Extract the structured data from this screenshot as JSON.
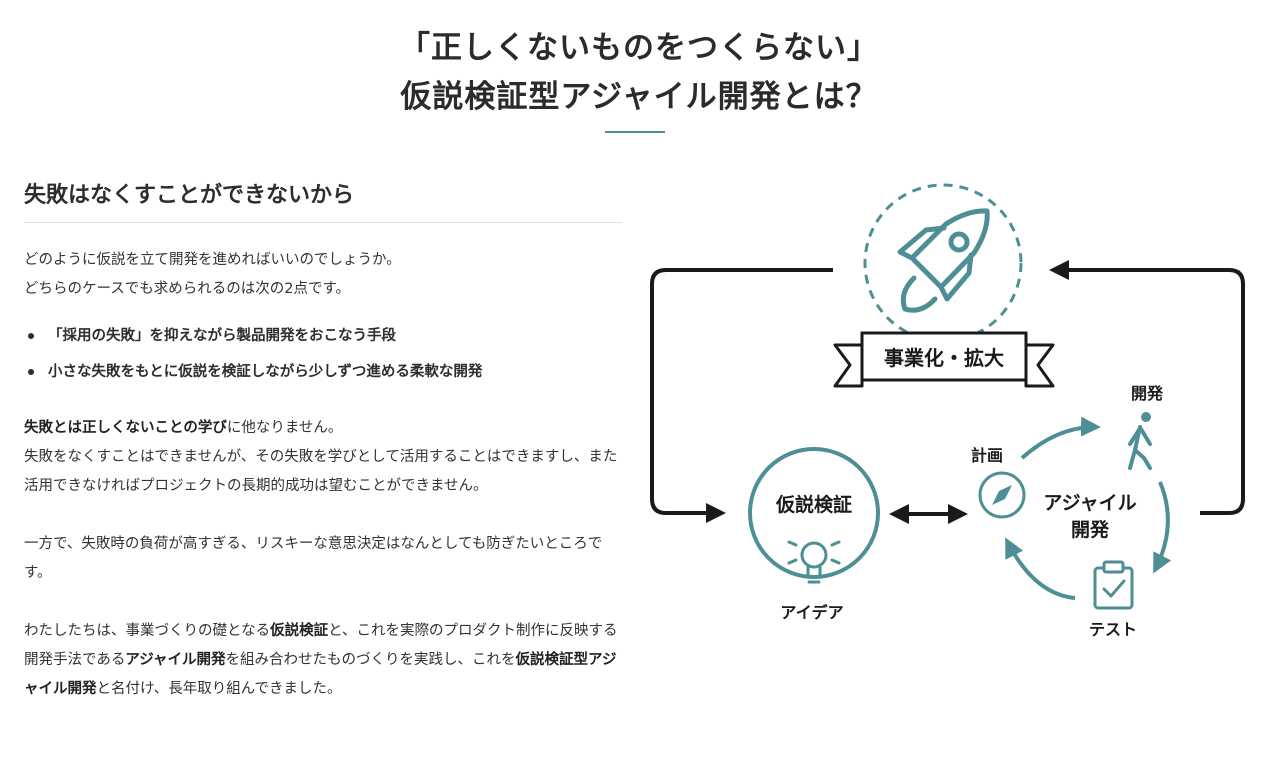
{
  "heading": {
    "line1": "「正しくないものをつくらない」",
    "line2": "仮説検証型アジャイル開発とは？"
  },
  "section": {
    "title": "失敗はなくすことができないから",
    "intro_line1": "どのように仮説を立て開発を進めればいいのでしょうか。",
    "intro_line2": "どちらのケースでも求められるのは次の2点です。",
    "bullets": [
      "「採用の失敗」を抑えながら製品開発をおこなう手段",
      "小さな失敗をもとに仮説を検証しながら少しずつ進める柔軟な開発"
    ],
    "p2_bold": "失敗とは正しくないことの学び",
    "p2_rest": "に他なりません。",
    "p2_line2": "失敗をなくすことはできませんが、その失敗を学びとして活用することはできますし、また活用できなければプロジェクトの長期的成功は望むことができません。",
    "p3": "一方で、失敗時の負荷が高すぎる、リスキーな意思決定はなんとしても防ぎたいところです。",
    "p4_a": "わたしたちは、事業づくりの礎となる",
    "p4_b": "仮説検証",
    "p4_c": "と、これを実際のプロダクト制作に反映する開発手法である",
    "p4_d": "アジャイル開発",
    "p4_e": "を組み合わせたものづくりを実践し、これを",
    "p4_f": "仮説検証型アジャイル開発",
    "p4_g": "と名付け、長年取り組んできました。"
  },
  "diagram": {
    "banner": "事業化・拡大",
    "hypothesis": "仮説検証",
    "idea": "アイデア",
    "agile_line1": "アジャイル",
    "agile_line2": "開発",
    "plan": "計画",
    "develop": "開発",
    "test": "テスト",
    "icons": [
      "rocket-icon",
      "lightbulb-icon",
      "compass-icon",
      "walking-person-icon",
      "clipboard-check-icon"
    ],
    "colors": {
      "teal": "#4e8f96",
      "dark": "#1a1a1a",
      "underline": "#4e8f96"
    }
  }
}
